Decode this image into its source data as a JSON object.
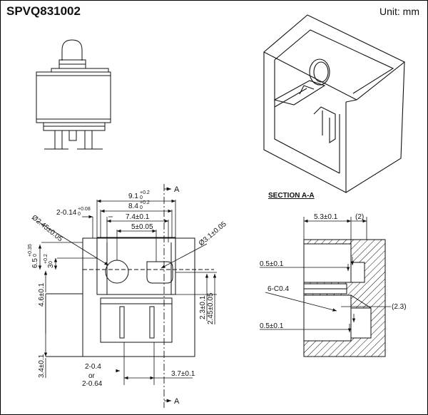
{
  "header": {
    "part_number": "SPVQ831002",
    "unit": "Unit: mm"
  },
  "section": {
    "title": "SECTION A-A"
  },
  "cut_marker": "A",
  "dims": {
    "w91": "9.1",
    "w91_tol_up": "+0.2",
    "w91_tol_dn": "0",
    "w84": "8.4",
    "w84_tol_up": "+0.2",
    "w84_tol_dn": "0",
    "w74": "7.4±0.1",
    "w5": "5±0.05",
    "slot": "2-0.14",
    "slot_tol_up": "+0.08",
    "slot_tol_dn": "0",
    "hole_left": "Ø2.45±0.05",
    "hole_right": "Ø3.1±0.05",
    "h65": "6.5",
    "h65_tol_up": "+0.35",
    "h65_tol_dn": "0",
    "h3": "3",
    "h3_tol_up": "+0.2",
    "h3_tol_dn": "0",
    "h46": "4.6±0.1",
    "h34": "3.4±0.1",
    "h23": "2.3±0.1",
    "h245": "2.45±0.05",
    "pin_a": "2-0.4",
    "pin_or": "or",
    "pin_b": "2-0.64",
    "pin_pitch": "3.7±0.1",
    "sec_w": "5.3±0.1",
    "sec_ref2": "(2)",
    "sec_t1": "0.5±0.1",
    "sec_chamfer": "6-C0.4",
    "sec_ref23": "(2.3)",
    "sec_t2": "0.5±0.1"
  }
}
